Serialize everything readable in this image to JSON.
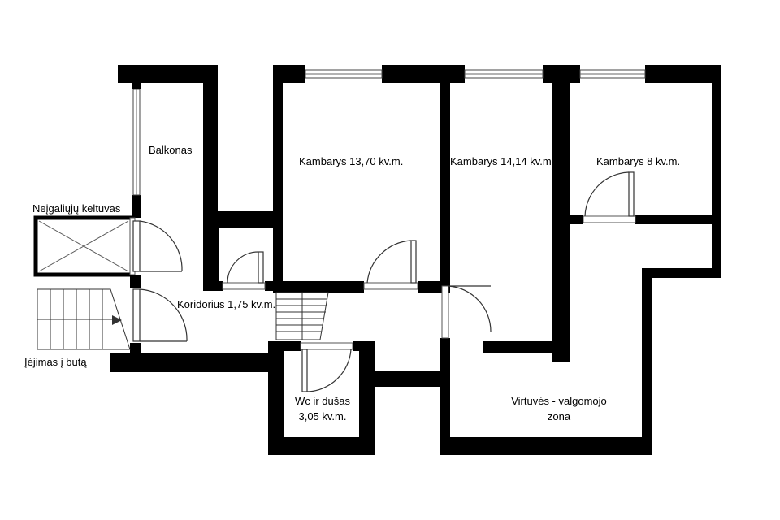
{
  "rooms": {
    "balcony": "Balkonas",
    "room_1": "Kambarys 13,70 kv.m.",
    "room_2": "Kambarys 14,14 kv.m.",
    "room_3": "Kambarys 8 kv.m.",
    "lift": "Neįgaliųjų keltuvas",
    "corridor": "Koridorius 1,75 kv.m.",
    "entrance": "Įėjimas į butą",
    "wc_line1": "Wc ir dušas",
    "wc_line2": "3,05 kv.m.",
    "kitchen_line1": "Virtuvės - valgomojo",
    "kitchen_line2": "zona"
  }
}
